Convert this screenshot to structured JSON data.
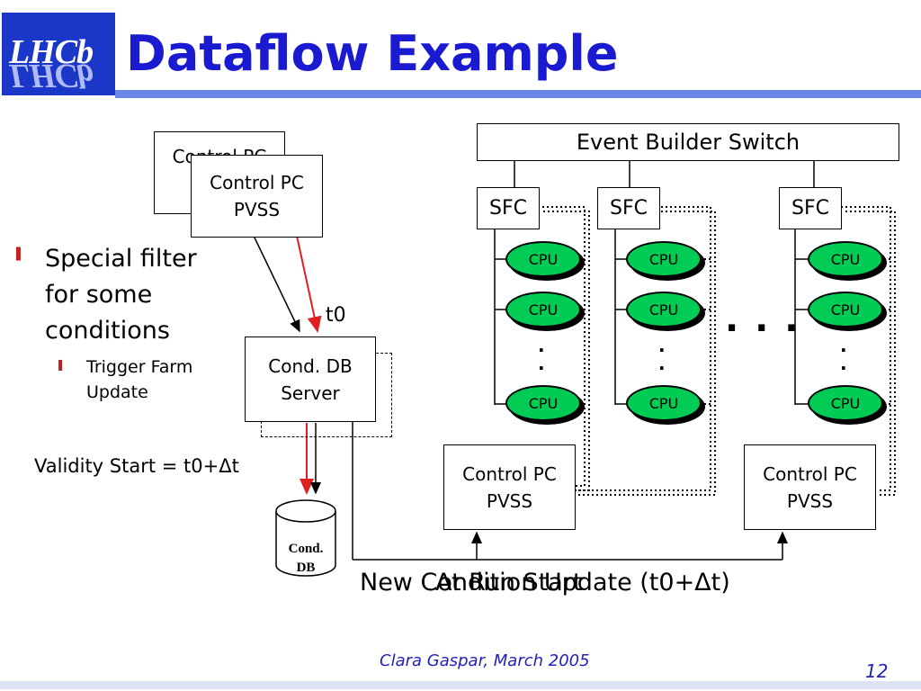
{
  "title": "Dataflow Example",
  "logo": {
    "text": "LHCb"
  },
  "bullets": {
    "main_line1": "Special filter",
    "main_line2": "for some",
    "main_line3": "conditions",
    "sub_line1": "Trigger Farm",
    "sub_line2": "Update"
  },
  "diagram": {
    "switch_label": "Event Builder Switch",
    "sfc_label": "SFC",
    "cpu_label": "CPU",
    "ellipsis": ". . .",
    "dots": ".\n.",
    "control_back_label": "Control PC\nP",
    "control_front_label": "Control PC\nPVSS",
    "farm_control_label": "Control PC\nPVSS",
    "cond_server_label": "Cond. DB\nServer",
    "cond_db_label": "Cond.\nDB",
    "t0_label": "t0",
    "validity_label": "Validity Start = t0+Δt",
    "overlap_text_a": "New Condition Update (t0+Δt)",
    "overlap_text_b": "At Run Start"
  },
  "colors": {
    "title": "#1a1ad0",
    "rule": "#6b86e6",
    "cpu": "#00cc55",
    "arrow_red": "#e02020",
    "bullet": "#c02020",
    "footer": "#2222bb"
  },
  "footer": {
    "author": "Clara Gaspar, March 2005",
    "page": "12"
  }
}
